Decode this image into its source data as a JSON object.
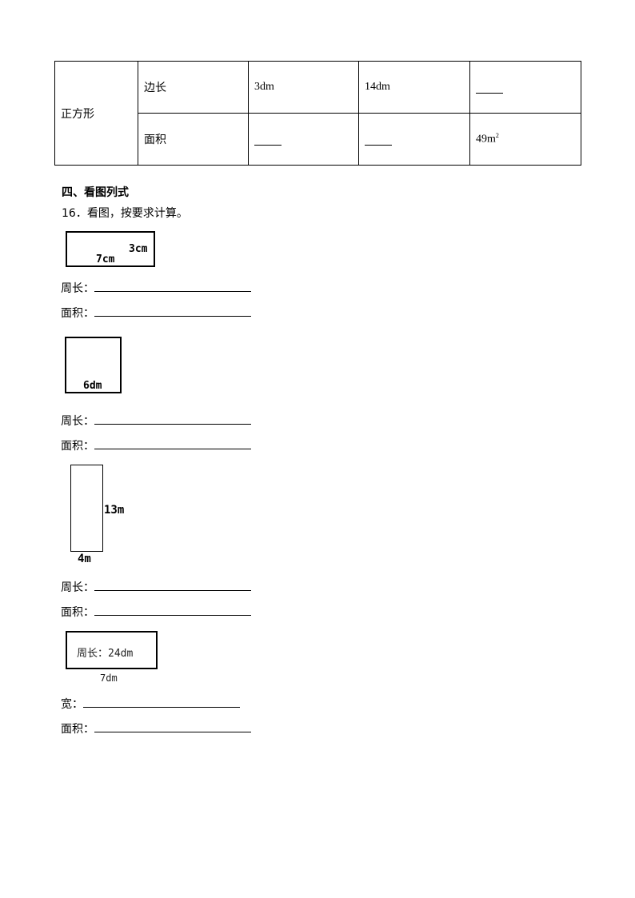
{
  "table": {
    "row_header": "正方形",
    "side_label": "边长",
    "area_label": "面积",
    "side_values": [
      "3dm",
      "14dm",
      ""
    ],
    "area_values": [
      "",
      "",
      "49m"
    ],
    "area_unit_exp": "2"
  },
  "section": {
    "heading": "四、看图列式",
    "question": "16．看图，按要求计算。"
  },
  "figures": [
    {
      "width_label": "7cm",
      "height_label": "3cm",
      "line1_label": "周长：",
      "line2_label": "面积："
    },
    {
      "side_label": "6dm",
      "line1_label": "周长：",
      "line2_label": "面积："
    },
    {
      "width_label": "4m",
      "height_label": "13m",
      "line1_label": "周长：",
      "line2_label": "面积："
    },
    {
      "inner_text": "周长：24dm",
      "width_label": "7dm",
      "line1_label": "宽：",
      "line2_label": "面积："
    }
  ]
}
